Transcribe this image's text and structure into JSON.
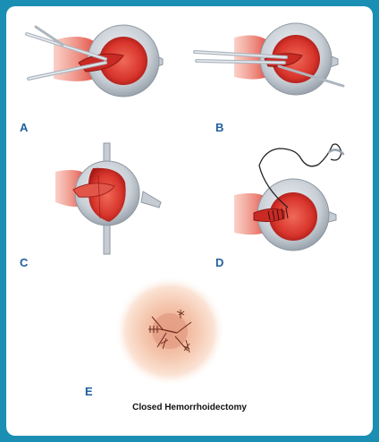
{
  "panels": [
    {
      "label": "A"
    },
    {
      "label": "B"
    },
    {
      "label": "C"
    },
    {
      "label": "D"
    },
    {
      "label": "E"
    }
  ],
  "caption": "Closed Hemorrhoidectomy",
  "colors": {
    "frame_border": "#1a8fb3",
    "background": "#ffffff",
    "label_blue": "#1f5f9e",
    "tissue_red": "#e0473a",
    "tissue_dark": "#b51f1c",
    "speculum_gray": "#c6ccd3",
    "skin": "#f3c3a7"
  }
}
